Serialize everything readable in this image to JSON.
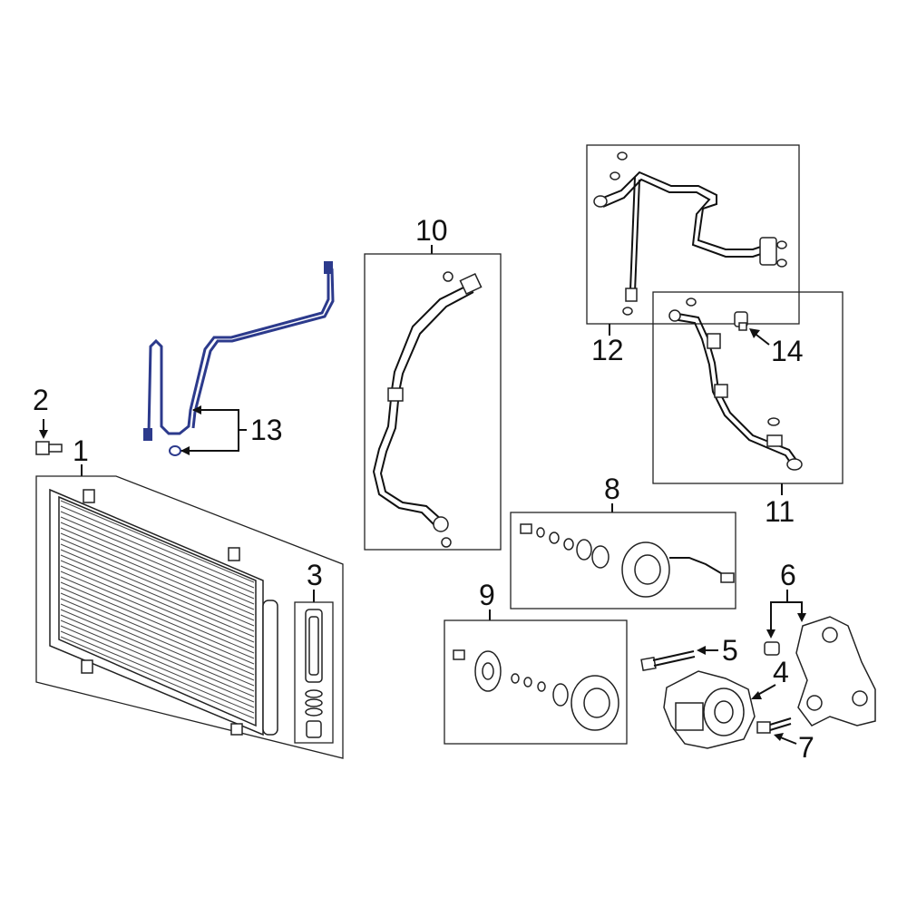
{
  "colors": {
    "highlight": "#2c3a8c",
    "line": "#111111",
    "background": "#ffffff"
  },
  "callouts": {
    "c1": "1",
    "c2": "2",
    "c3": "3",
    "c4": "4",
    "c5": "5",
    "c6": "6",
    "c7": "7",
    "c8": "8",
    "c9": "9",
    "c10": "10",
    "c11": "11",
    "c12": "12",
    "c13": "13",
    "c14": "14"
  },
  "parts": [
    {
      "number": "1",
      "part": "condenser",
      "icon": "condenser-icon"
    },
    {
      "number": "2",
      "part": "bolt",
      "icon": "bolt-icon"
    },
    {
      "number": "3",
      "part": "receiver-drier kit",
      "icon": "drier-icon"
    },
    {
      "number": "4",
      "part": "compressor",
      "icon": "compressor-icon"
    },
    {
      "number": "5",
      "part": "bolt",
      "icon": "bolt-icon"
    },
    {
      "number": "6",
      "part": "bracket",
      "icon": "bracket-icon"
    },
    {
      "number": "7",
      "part": "bolt",
      "icon": "bolt-icon"
    },
    {
      "number": "8",
      "part": "clutch coil kit",
      "icon": "coil-icon"
    },
    {
      "number": "9",
      "part": "clutch kit",
      "icon": "clutch-icon"
    },
    {
      "number": "10",
      "part": "discharge hose",
      "icon": "hose-icon"
    },
    {
      "number": "11",
      "part": "suction hose",
      "icon": "hose-icon"
    },
    {
      "number": "12",
      "part": "liquid line",
      "icon": "line-icon"
    },
    {
      "number": "13",
      "part": "condenser line (highlighted)",
      "icon": "line-icon"
    },
    {
      "number": "14",
      "part": "valve",
      "icon": "valve-icon"
    }
  ]
}
